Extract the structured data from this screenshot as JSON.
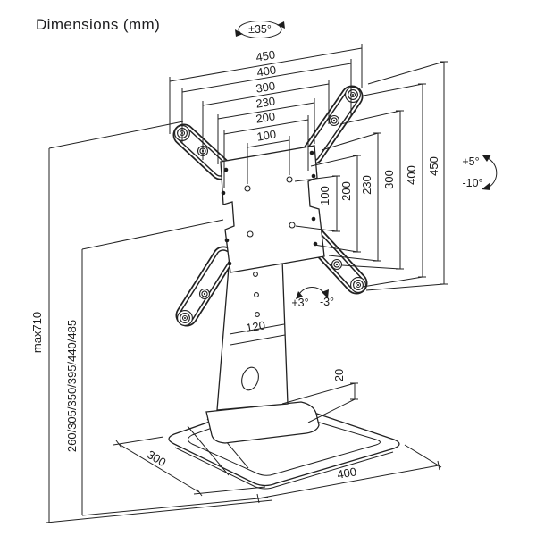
{
  "title": "Dimensions (mm)",
  "colors": {
    "background": "#ffffff",
    "line": "#222222",
    "text": "#1d1d1f"
  },
  "angles": {
    "swivel": "±35°",
    "tilt_up": "+5°",
    "tilt_down": "-10°",
    "level_plus": "+3°",
    "level_minus": "-3°"
  },
  "dims": {
    "top_widths": [
      "450",
      "400",
      "300",
      "230",
      "200",
      "100"
    ],
    "right_heights": [
      "100",
      "200",
      "230",
      "300",
      "400",
      "450"
    ],
    "max_height": "max710",
    "height_positions": "260/305/350/395/440/485",
    "column_width": "120",
    "base_thickness": "20",
    "base_depth": "300",
    "base_width": "400"
  }
}
